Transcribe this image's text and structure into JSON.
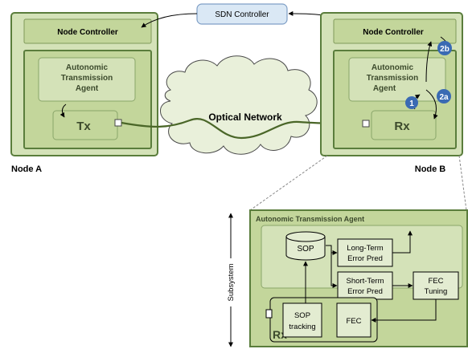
{
  "sdn_controller": {
    "label": "SDN Controller"
  },
  "node_a": {
    "name": "Node A",
    "controller_label": "Node Controller",
    "agent_label_lines": [
      "Autonomic",
      "Transmission",
      "Agent"
    ],
    "tx_label": "Tx"
  },
  "node_b": {
    "name": "Node B",
    "controller_label": "Node Controller",
    "agent_label_lines": [
      "Autonomic",
      "Transmission",
      "Agent"
    ],
    "rx_label": "Rx",
    "badges": [
      "1",
      "2a",
      "2b"
    ]
  },
  "network": {
    "label": "Optical Network"
  },
  "detail": {
    "title": "Autonomic Transmission Agent",
    "sop_db": "SOP",
    "long_term_lines": [
      "Long-Term",
      "Error Pred"
    ],
    "short_term_lines": [
      "Short-Term",
      "Error Pred"
    ],
    "fec_tuning_lines": [
      "FEC",
      "Tuning"
    ],
    "sop_tracking_lines": [
      "SOP",
      "tracking"
    ],
    "fec": "FEC",
    "rx": "Rx",
    "subsystem": "Subsystem"
  },
  "colors": {
    "green_border": "#5a7d3c",
    "green_fill": "#d4e2b8",
    "green_inner": "#c3d69b",
    "green_box": "#e3ecd1",
    "sdn_fill": "#dae8f5",
    "sdn_border": "#7f9fc6",
    "badge": "#3a6ab3",
    "cloud_fill": "#e9f0da"
  }
}
